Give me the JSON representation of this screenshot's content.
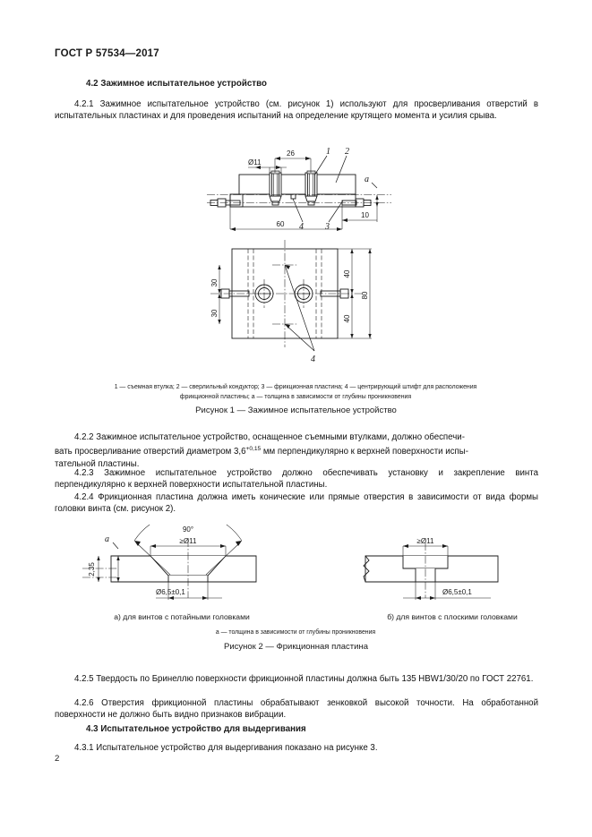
{
  "document": {
    "header": "ГОСТ Р 57534—2017",
    "page_number": "2"
  },
  "sections": {
    "s42_heading": "4.2 Зажимное испытательное устройство",
    "s421": "4.2.1 Зажимное испытательное устройство (см. рисунок 1) используют для просверливания отверстий в испытательных пластинах и для проведения испытаний на определение крутящего момента и усилия срыва.",
    "s422_line1": "4.2.2 Зажимное испытательное устройство, оснащенное съемными втулками, должно обеспечи-",
    "s422_line2_a": "вать просверливание отверстий диаметром 3,6",
    "s422_sup": "+0,15",
    "s422_line2_b": " мм перпендикулярно к верхней поверхности испы-",
    "s422_line3": "тательной пластины.",
    "s423": "4.2.3 Зажимное испытательное устройство должно обеспечивать установку и закрепление винта перпендикулярно к верхней поверхности испытательной пластины.",
    "s424": "4.2.4 Фрикционная пластина должна иметь конические или прямые отверстия в зависимости от вида формы головки винта (см. рисунок 2).",
    "s425": "4.2.5 Твердость по Бринеллю поверхности фрикционной пластины должна быть 135 HBW1/30/20 по ГОСТ 22761.",
    "s426": "4.2.6 Отверстия фрикционной пластины обрабатывают зенковкой высокой точности. На обработанной поверхности не должно быть видно признаков вибрации.",
    "s43_heading": "4.3 Испытательное устройство для выдергивания",
    "s431": "4.3.1 Испытательное устройство для выдергивания показано на рисунке 3."
  },
  "figure1": {
    "legend_line1": "1 — съемная втулка; 2 — сверлильный кондуктор; 3 — фрикционная пластина; 4 — центрирующий штифт для расположения",
    "legend_line2": "фрикционной пластины; а — толщина в зависимости от глубины проникновения",
    "caption": "Рисунок 1 — Зажимное испытательное устройство",
    "dimensions": {
      "d11": "Ø11",
      "d26": "26",
      "d60": "60",
      "d10": "10",
      "a": "а",
      "d30_top": "30",
      "d30_bottom": "30",
      "d40_top": "40",
      "d40_bottom": "40",
      "d80": "80"
    },
    "callouts": {
      "c1": "1",
      "c2": "2",
      "c3": "3",
      "c4_top": "4",
      "c4_bottom": "4"
    }
  },
  "figure2": {
    "left": {
      "caption": "а) для винтов с потайными головками",
      "dim_thickness": "2,35",
      "dim_a": "а",
      "dim_angle": "90°",
      "dim_top": "≥Ø11",
      "dim_bottom": "Ø6,5±0,1"
    },
    "right": {
      "caption": "б) для винтов с плоскими головками",
      "dim_top": "≥Ø11",
      "dim_bottom": "Ø6,5±0,1"
    },
    "legend": "а — толщина в зависимости от глубины проникновения",
    "caption": "Рисунок 2 — Фрикционная пластина"
  },
  "colors": {
    "ink": "#1a1a1a",
    "paper": "#ffffff",
    "hatch": "#1a1a1a"
  }
}
